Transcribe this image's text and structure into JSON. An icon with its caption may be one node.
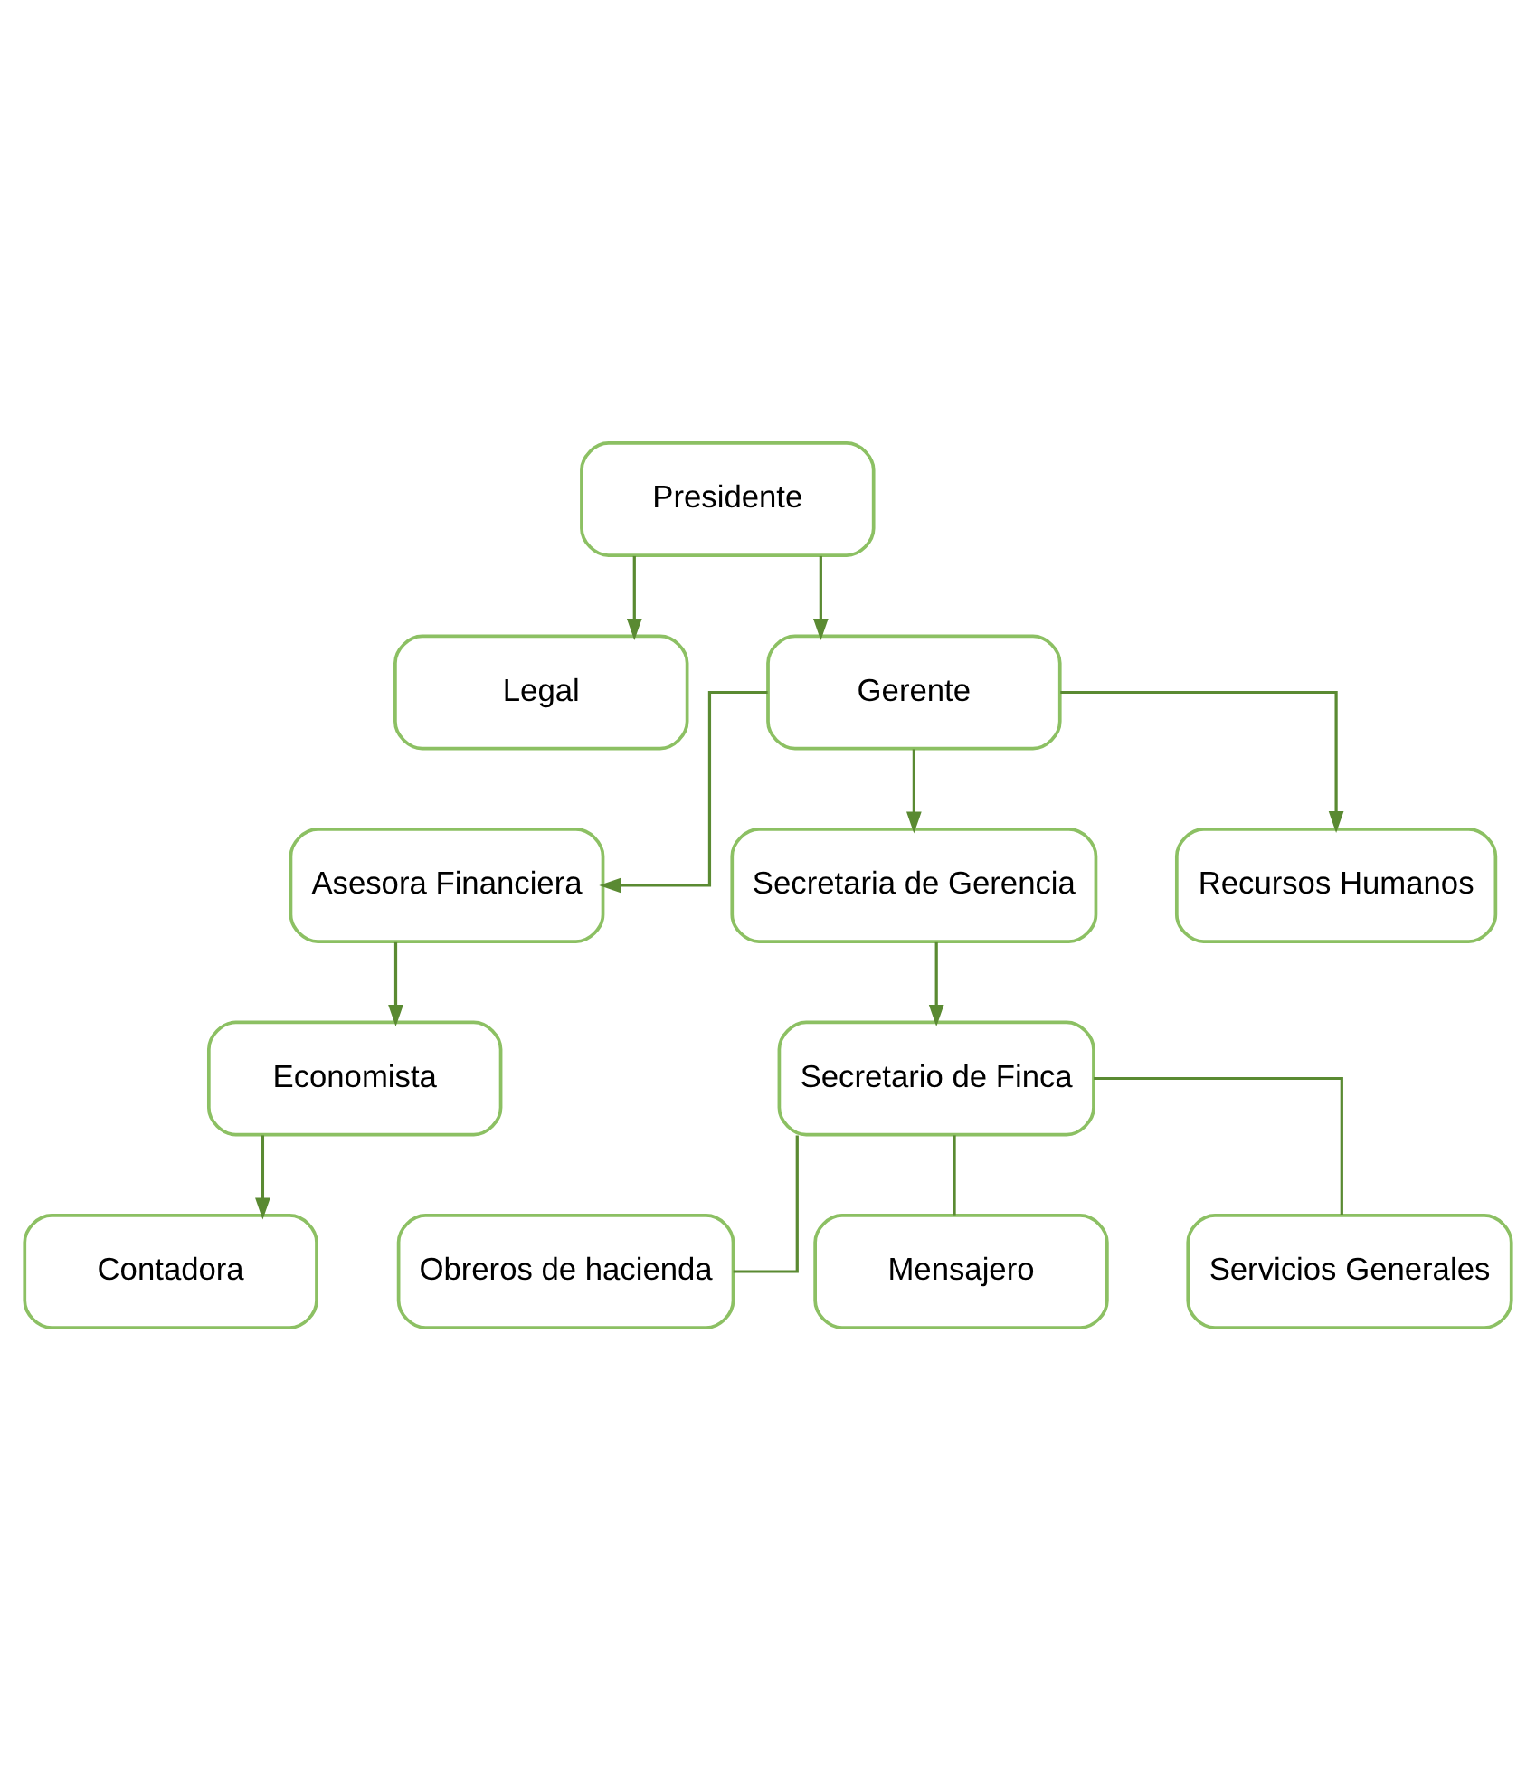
{
  "diagram": {
    "nodes": [
      {
        "text": [
          "Presidente"
        ]
      },
      {
        "text": [
          "Legal"
        ]
      },
      {
        "text": [
          "Gerente"
        ]
      },
      {
        "text": [
          "Asesora Financiera"
        ]
      },
      {
        "text": [
          "Secretaria de Gerencia"
        ]
      },
      {
        "text": [
          "Recursos Humanos"
        ]
      },
      {
        "text": [
          "Economista"
        ]
      },
      {
        "text": [
          "Secretario de Finca"
        ]
      },
      {
        "text": [
          "Contadora"
        ]
      },
      {
        "text": [
          "Obreros de hacienda"
        ]
      },
      {
        "text": [
          "Mensajero"
        ]
      },
      {
        "text": [
          "Servicios Generales"
        ]
      }
    ],
    "edges": [
      {
        "from": 0,
        "to": 1,
        "arrow": "to"
      },
      {
        "from": 0,
        "to": 2,
        "arrow": "to"
      },
      {
        "from": 2,
        "to": 3,
        "arrow": "to"
      },
      {
        "from": 2,
        "to": 4,
        "arrow": "to"
      },
      {
        "from": 2,
        "to": 5,
        "arrow": "to"
      },
      {
        "from": 3,
        "to": 6,
        "arrow": "to"
      },
      {
        "from": 4,
        "to": 7,
        "arrow": "to"
      },
      {
        "from": 6,
        "to": 8,
        "arrow": "to"
      },
      {
        "from": 7,
        "to": 9,
        "arrow": "none"
      },
      {
        "from": 7,
        "to": 10,
        "arrow": "none"
      },
      {
        "from": 7,
        "to": 11,
        "arrow": "none"
      }
    ]
  }
}
